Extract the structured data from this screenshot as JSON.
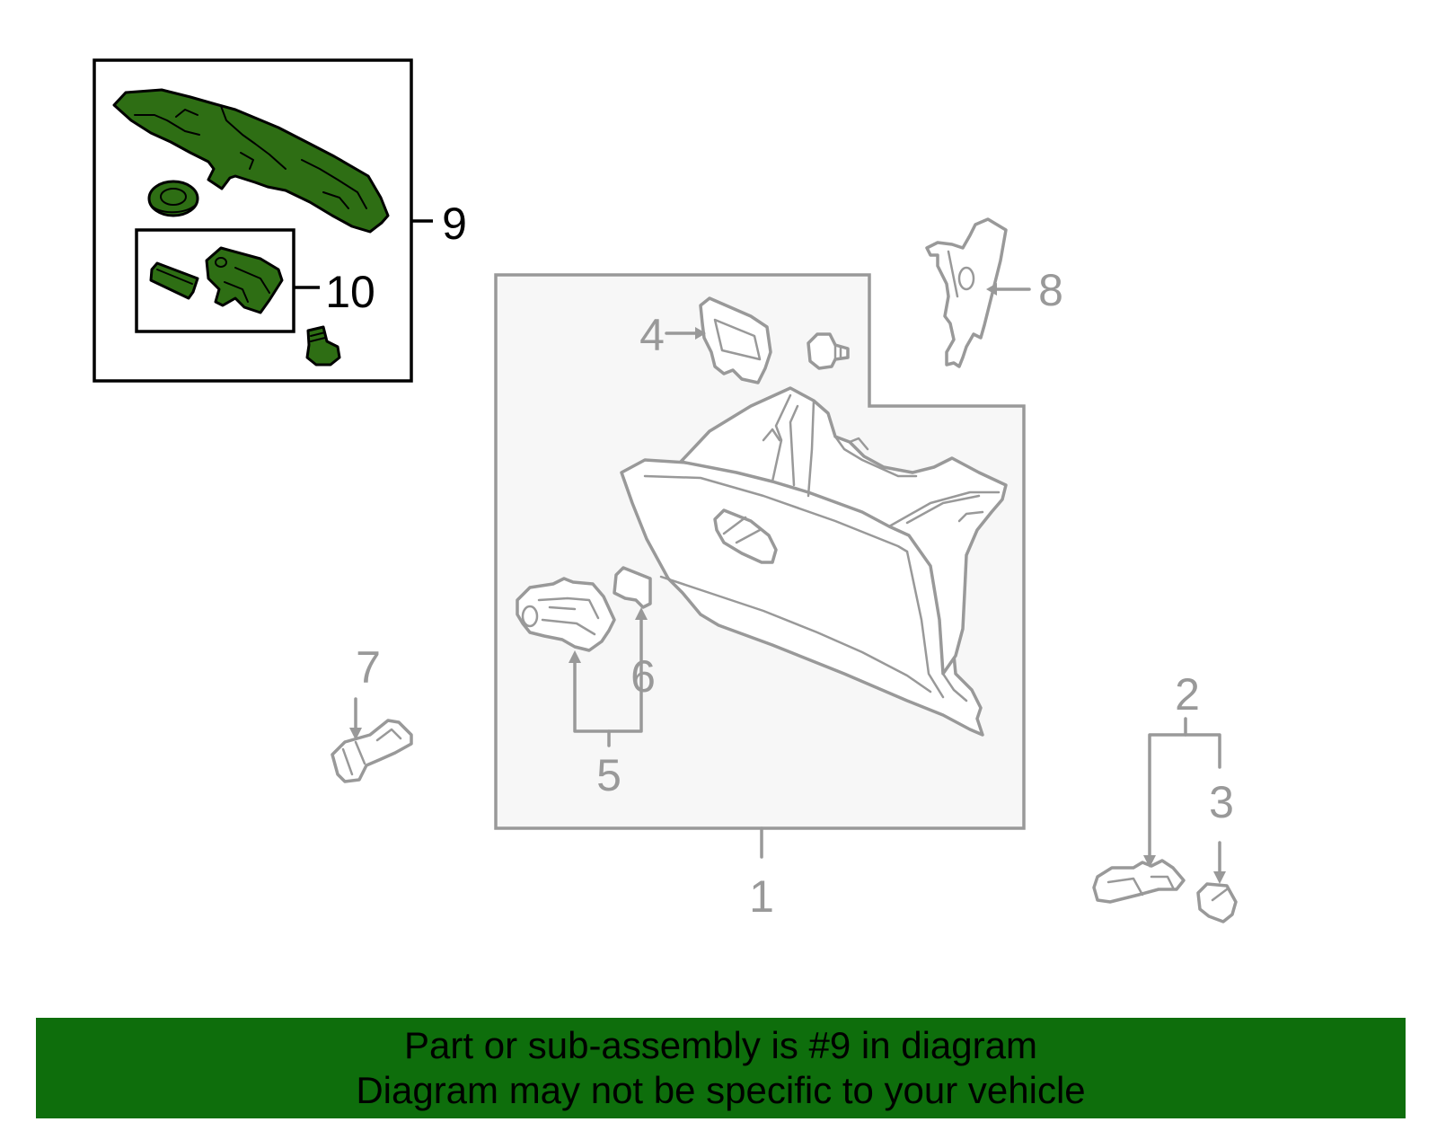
{
  "diagram": {
    "callouts": [
      {
        "id": "1",
        "label": "1"
      },
      {
        "id": "2",
        "label": "2"
      },
      {
        "id": "3",
        "label": "3"
      },
      {
        "id": "4",
        "label": "4"
      },
      {
        "id": "5",
        "label": "5"
      },
      {
        "id": "6",
        "label": "6"
      },
      {
        "id": "7",
        "label": "7"
      },
      {
        "id": "8",
        "label": "8"
      },
      {
        "id": "9",
        "label": "9"
      },
      {
        "id": "10",
        "label": "10"
      }
    ],
    "highlighted_part": "9",
    "highlight_color": "#2e6e14",
    "line_color": "#999999"
  },
  "banner": {
    "line1": "Part or sub-assembly is #9 in diagram",
    "line2": "Diagram may not be specific to your vehicle",
    "background": "#0e6e0c"
  }
}
